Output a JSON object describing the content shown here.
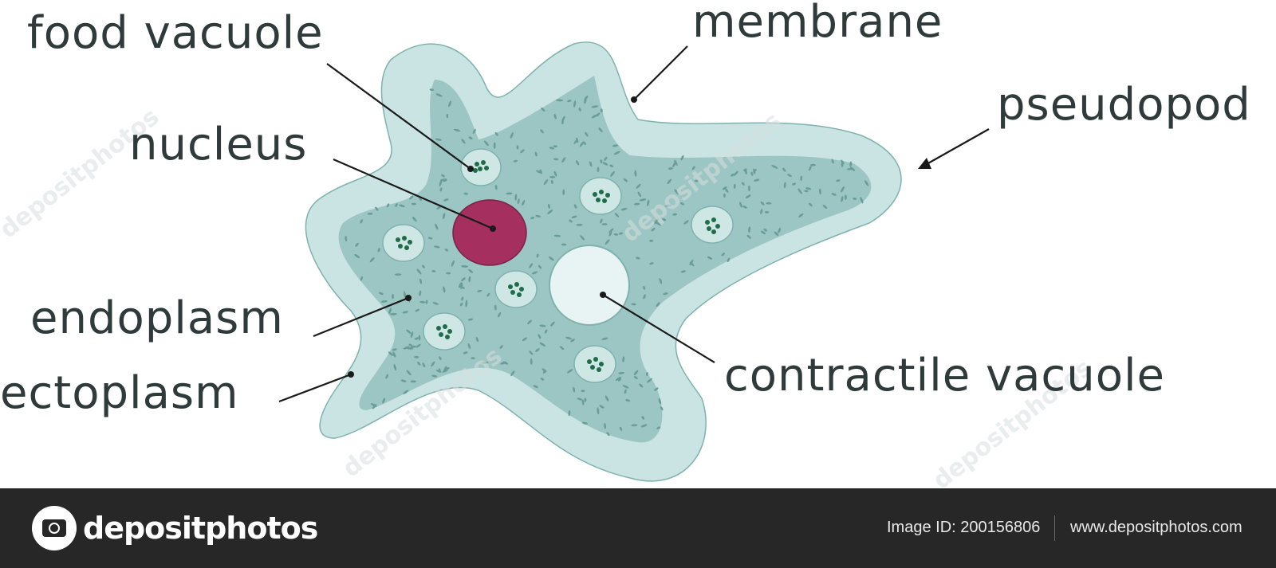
{
  "labels": {
    "food_vacuole": "food vacuole",
    "membrane": "membrane",
    "pseudopod": "pseudopod",
    "nucleus": "nucleus",
    "endoplasm": "endoplasm",
    "ectoplasm": "ectoplasm",
    "contractile_vacuole": "contractile vacuole"
  },
  "watermark": "depositphotos",
  "footer": {
    "brand": "depositphotos",
    "brand_icon": "camera-icon",
    "image_id": "Image ID: 200156806",
    "site_url": "www.depositphotos.com"
  },
  "colors": {
    "ectoplasm": "#c9e4e3",
    "endoplasm": "#9cc6c3",
    "granules": "#6b9d98",
    "nucleus": "#a5305f",
    "contractile_vacuole": "#e8f4f3",
    "food_vacuole": "#cfe7e4",
    "food_particles": "#1f6b4a",
    "outline": "#7fb2ae",
    "text": "#2f3a3a",
    "footer_bg": "#272727"
  }
}
